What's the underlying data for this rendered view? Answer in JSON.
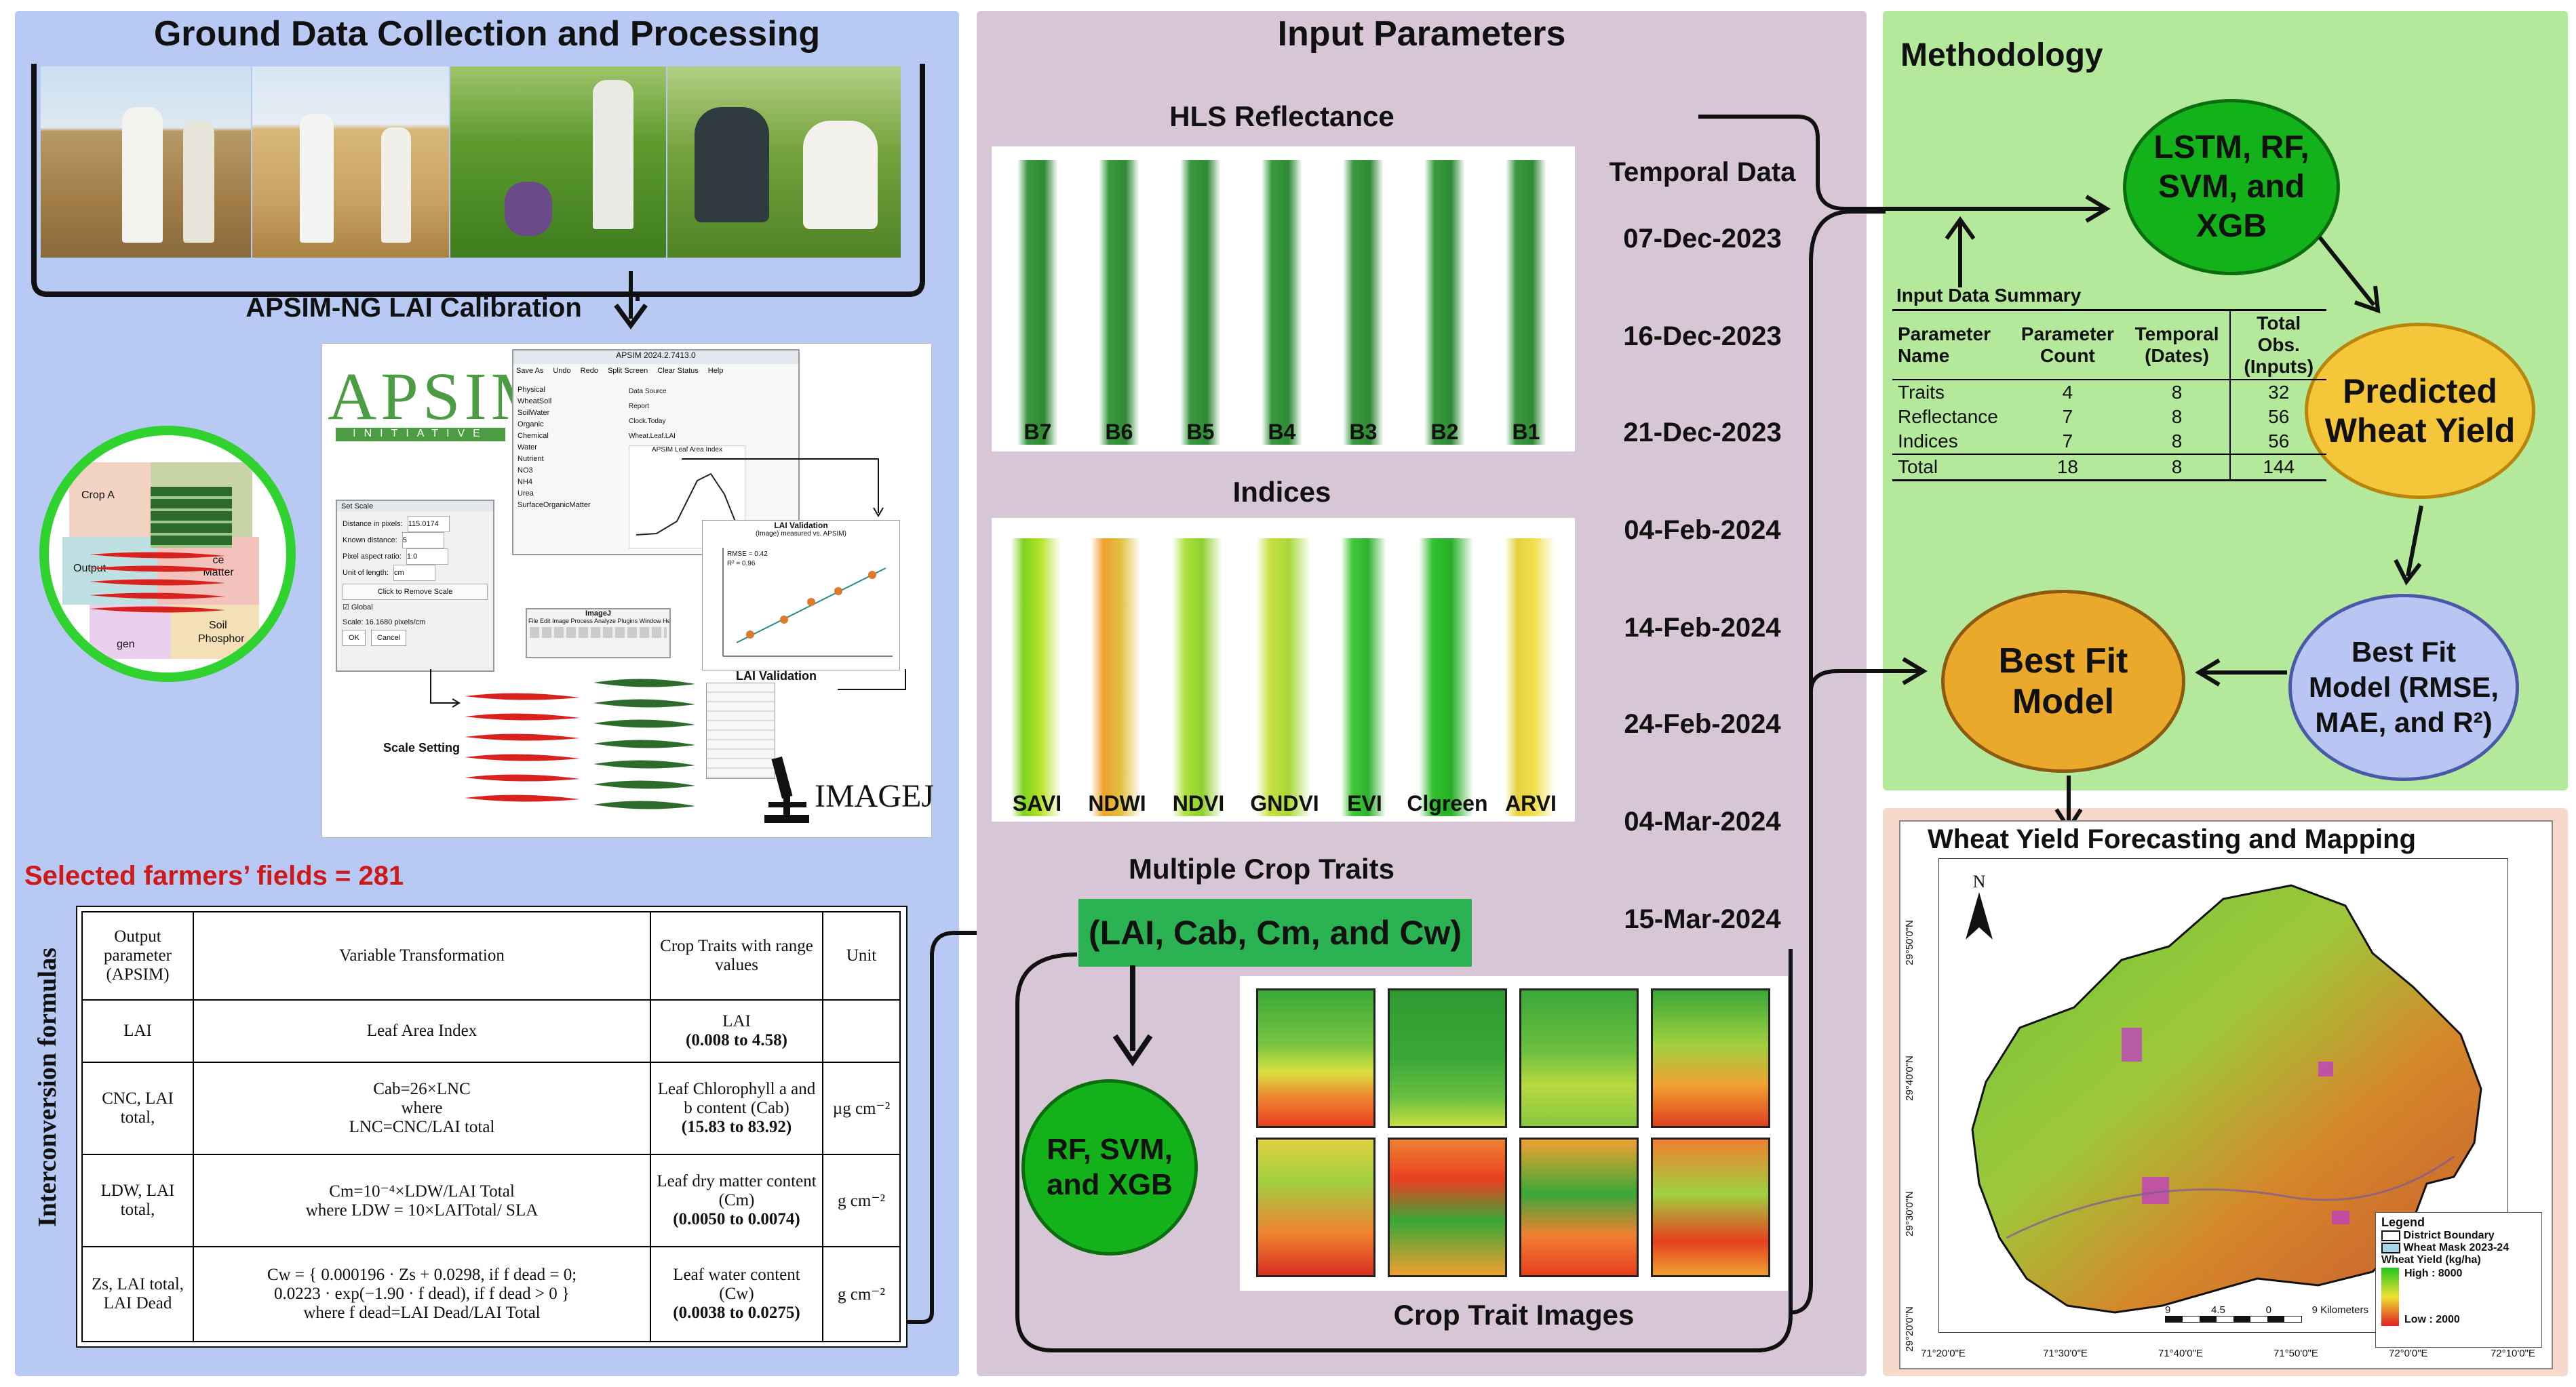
{
  "left": {
    "title": "Ground Data Collection and Processing",
    "calibration_title": "APSIM-NG LAI Calibration",
    "selected_fields": "Selected farmers’ fields = 281",
    "vertical_label": "Interconversion formulas",
    "apsim": {
      "logo": "APSIM",
      "logo_sub": "INITIATIVE",
      "window_title": "APSIM 2024.2.7413.0",
      "menu": [
        "Save As",
        "Undo",
        "Redo",
        "Split Screen",
        "Clear Status",
        "Help"
      ],
      "tree": [
        "Physical",
        "WheatSoil",
        "SoilWater",
        "Organic",
        "Chemical",
        "Water",
        "Nutrient",
        "NO3",
        "NH4",
        "Urea",
        "SurfaceOrganicMatter"
      ],
      "side": [
        "Data Source",
        "Report",
        "Clock.Today",
        "Wheat.Leaf.LAI"
      ],
      "chart_caption": "APSIM Leaf Area Index",
      "scale_dialog": {
        "title": "Set Scale",
        "rows": [
          {
            "label": "Distance in pixels:",
            "value": "115.0174"
          },
          {
            "label": "Known distance:",
            "value": "5"
          },
          {
            "label": "Pixel aspect ratio:",
            "value": "1.0"
          },
          {
            "label": "Unit of length:",
            "value": "cm"
          }
        ],
        "remove": "Click to Remove Scale",
        "global": "Global",
        "scale": "Scale: 16.1680 pixels/cm",
        "ok": "OK",
        "cancel": "Cancel"
      },
      "imagej_title": "ImageJ",
      "imagej_menu": "File Edit Image Process Analyze Plugins Window Help",
      "imagej_logo": "IMAGEJ",
      "scale_setting": "Scale Setting",
      "validation": {
        "title": "LAI Validation",
        "subtitle": "(Image) measured vs. APSIM)",
        "rmse": "RMSE = 0.42",
        "r2": "R² = 0.96",
        "caption": "LAI Validation"
      },
      "puzzle": {
        "crop": "Crop A",
        "output": "Output",
        "matter": "ce Matter",
        "soil": "Soil",
        "phos": "Phosphor",
        "pen": "gen"
      }
    },
    "table": {
      "headers": [
        "Output parameter (APSIM)",
        "Variable Transformation",
        "Crop Traits with range values",
        "Unit"
      ],
      "rows": [
        {
          "output": "LAI",
          "transform": [
            "Leaf Area Index"
          ],
          "trait": "LAI",
          "range": "(0.008 to 4.58)",
          "unit": ""
        },
        {
          "output": "CNC, LAI total,",
          "transform": [
            "Cab=26×LNC",
            "where",
            "LNC=CNC/LAI total"
          ],
          "trait": "Leaf Chlorophyll a and b content (Cab)",
          "range": "(15.83 to 83.92)",
          "unit": "µg cm⁻²"
        },
        {
          "output": "LDW, LAI total,",
          "transform": [
            "Cm=10⁻⁴×LDW/LAI Total",
            "where LDW = 10×LAITotal/ SLA"
          ],
          "trait": "Leaf dry matter content (Cm)",
          "range": "(0.0050 to 0.0074)",
          "unit": "g cm⁻²"
        },
        {
          "output": "Zs, LAI total, LAI Dead",
          "transform": [
            "Cw = { 0.000196 · Zs + 0.0298, if f dead = 0;",
            "0.0223 · exp(−1.90 · f dead), if f dead > 0 }",
            "where f dead=LAI Dead/LAI Total"
          ],
          "trait": "Leaf water content (Cw)",
          "range": "(0.0038 to 0.0275)",
          "unit": "g cm⁻²"
        }
      ]
    }
  },
  "middle": {
    "title": "Input Parameters",
    "hls_title": "HLS Reflectance",
    "bands": [
      "B7",
      "B6",
      "B5",
      "B4",
      "B3",
      "B2",
      "B1"
    ],
    "indices_title": "Indices",
    "indices": [
      "SAVI",
      "NDWI",
      "NDVI",
      "GNDVI",
      "EVI",
      "Clgreen",
      "ARVI"
    ],
    "temporal_title": "Temporal Data",
    "dates": [
      "07-Dec-2023",
      "16-Dec-2023",
      "21-Dec-2023",
      "04-Feb-2024",
      "14-Feb-2024",
      "24-Feb-2024",
      "04-Mar-2024",
      "15-Mar-2024"
    ],
    "traits_title": "Multiple Crop Traits",
    "traits_box": "(LAI, Cab, Cm, and Cw)",
    "ml_circle": "RF, SVM, and XGB",
    "trait_images_title": "Crop Trait Images"
  },
  "right": {
    "methodology_title": "Methodology",
    "lstm": "LSTM, RF, SVM, and XGB",
    "predicted": "Predicted Wheat Yield",
    "best_fit_metrics": "Best Fit Model (RMSE, MAE, and R²)",
    "best_fit": "Best Fit Model",
    "summary": {
      "title": "Input Data Summary",
      "headers": [
        "Parameter Name",
        "Parameter Count",
        "Temporal (Dates)",
        "Total Obs. (Inputs)"
      ],
      "rows": [
        [
          "Traits",
          "4",
          "8",
          "32"
        ],
        [
          "Reflectance",
          "7",
          "8",
          "56"
        ],
        [
          "Indices",
          "7",
          "8",
          "56"
        ],
        [
          "Total",
          "18",
          "8",
          "144"
        ]
      ]
    },
    "map": {
      "title": "Wheat Yield Forecasting and  Mapping",
      "north": "N",
      "lat_labels": [
        "29°50'0\"N",
        "29°40'0\"N",
        "29°30'0\"N",
        "29°20'0\"N"
      ],
      "lon_labels": [
        "71°20'0\"E",
        "71°30'0\"E",
        "71°40'0\"E",
        "71°50'0\"E",
        "72°0'0\"E",
        "72°10'0\"E"
      ],
      "scale_numbers": [
        "9",
        "4.5",
        "0",
        "9 Kilometers"
      ],
      "legend_title": "Legend",
      "legend_boundary": "District Boundary",
      "legend_mask": "Wheat Mask 2023-24",
      "legend_yield": "Wheat Yield (kg/ha)",
      "legend_high": "High : 8000",
      "legend_low": "Low : 2000"
    }
  },
  "colors": {
    "left_bg": "#b8c9f3",
    "middle_bg": "#d7c6d6",
    "right_bg": "#b4e99c",
    "bottom_right_bg": "#f6d9ca",
    "green_circle": "#14b21a",
    "yellow_circle": "#f5c63a",
    "orange_circle": "#eba92b",
    "blue_circle": "#b9c5f2",
    "red_text": "#cc1a1a",
    "trait_box": "#2bb253"
  }
}
